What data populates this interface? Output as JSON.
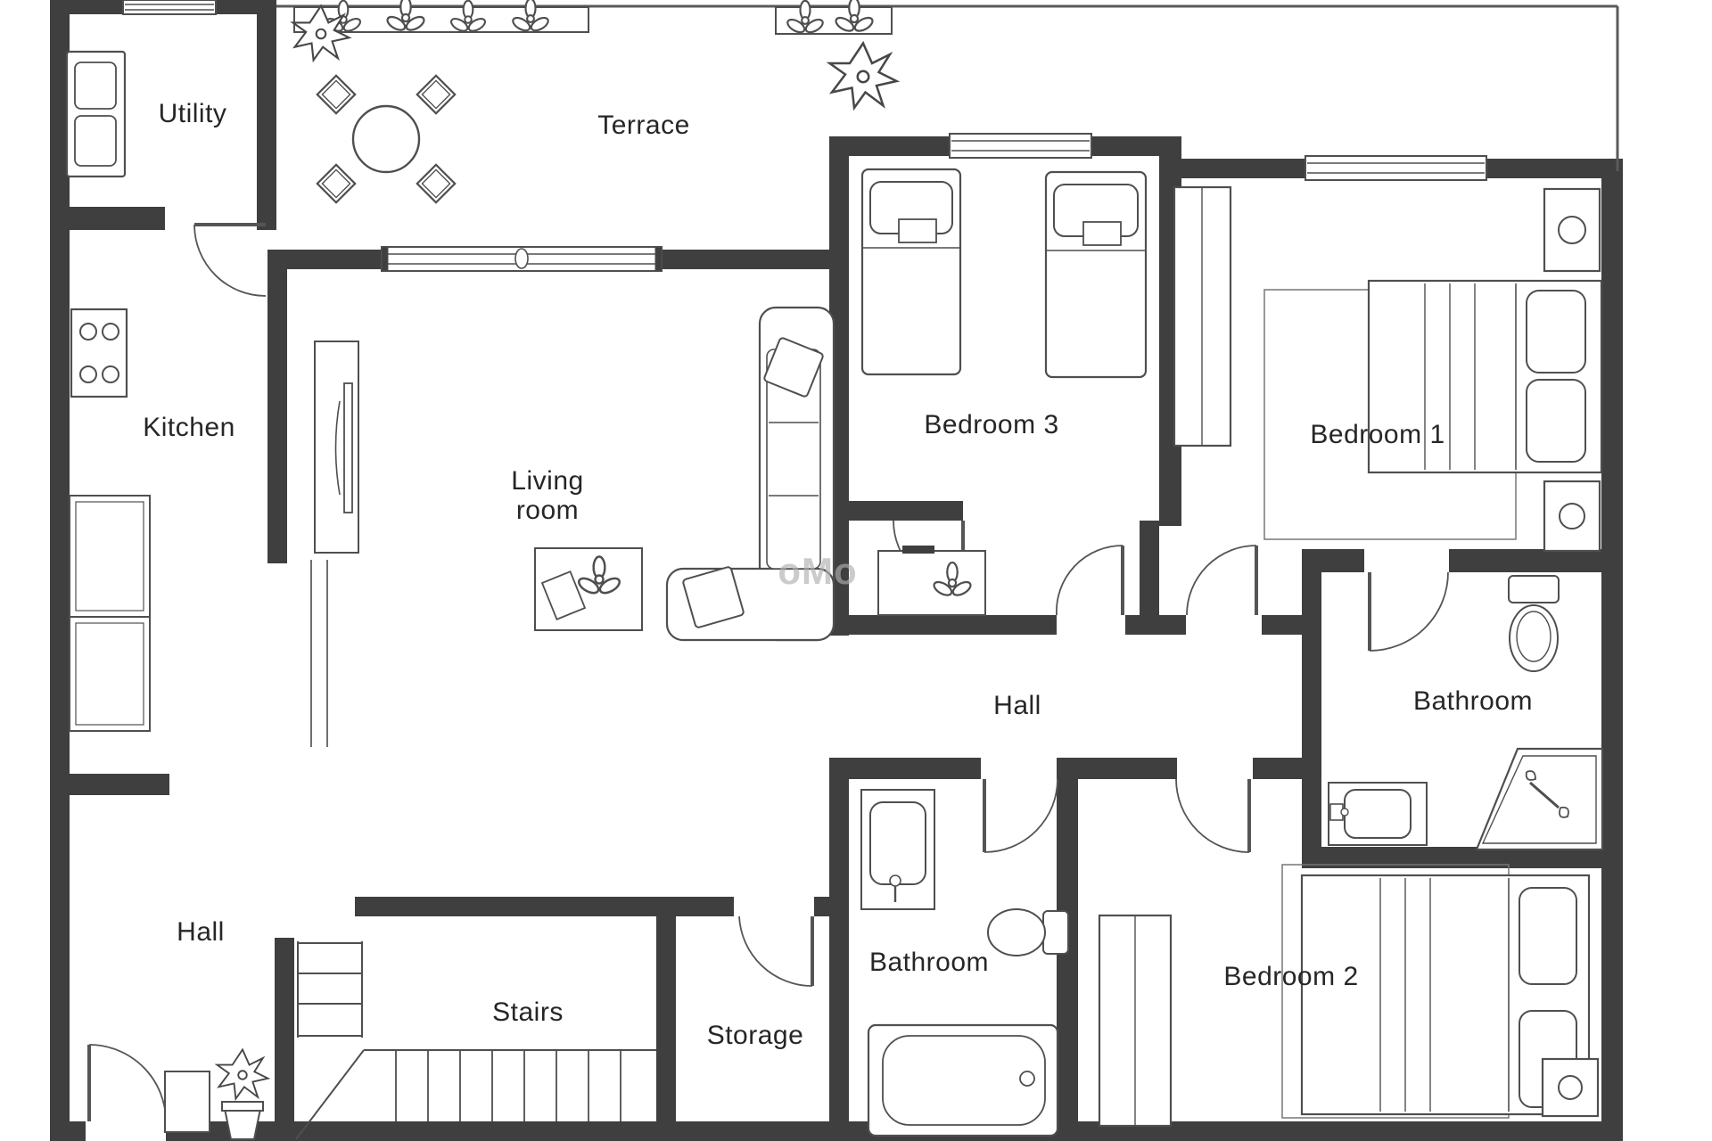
{
  "plan": {
    "type": "floor-plan",
    "labels": {
      "utility": "Utility",
      "terrace": "Terrace",
      "kitchen": "Kitchen",
      "living_line1": "Living",
      "living_line2": "room",
      "bedroom3": "Bedroom 3",
      "bedroom1": "Bedroom 1",
      "hall_upper": "Hall",
      "bathroom_ensuite": "Bathroom",
      "bedroom2": "Bedroom 2",
      "bathroom_main": "Bathroom",
      "storage": "Storage",
      "stairs": "Stairs",
      "hall_lower": "Hall",
      "watermark": "oMo"
    },
    "colors": {
      "wall": "#3f3f3f",
      "furniture_line": "#4f4f4f",
      "label": "#262626",
      "watermark": "#afafaf"
    }
  }
}
